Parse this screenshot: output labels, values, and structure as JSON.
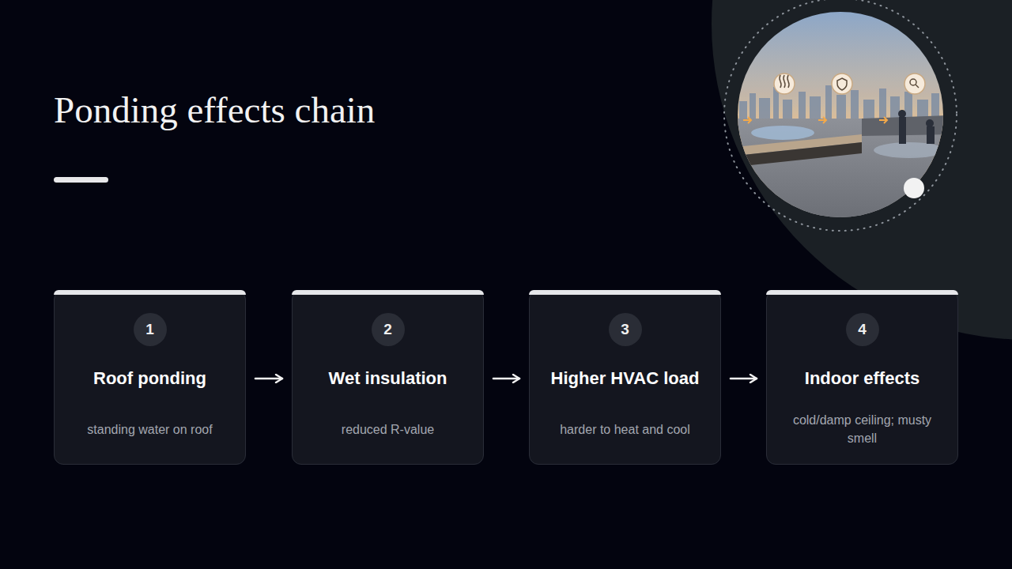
{
  "diagram": {
    "title": "Ponding effects chain",
    "nodes": [
      {
        "text": [
          "1",
          "Roof ponding",
          "standing water on roof"
        ]
      },
      {
        "text": [
          "2",
          "Wet insulation",
          "reduced R-value"
        ]
      },
      {
        "text": [
          "3",
          "Higher HVAC load",
          "harder to heat and cool"
        ]
      },
      {
        "text": [
          "4",
          "Indoor effects",
          "cold/damp ceiling; musty smell"
        ]
      }
    ],
    "edges": [
      {
        "from": 0,
        "to": 1,
        "arrow": "to"
      },
      {
        "from": 1,
        "to": 2,
        "arrow": "to"
      },
      {
        "from": 2,
        "to": 3,
        "arrow": "to"
      }
    ]
  }
}
